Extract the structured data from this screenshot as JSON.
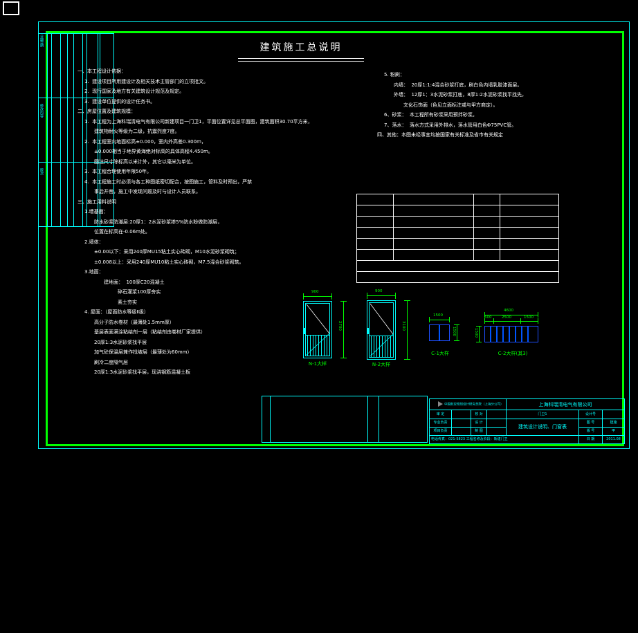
{
  "meta": {
    "app": "AutoCAD drawing viewport",
    "background": "#000000",
    "colors": {
      "border_outer": "#00ffff",
      "border_inner": "#00ff00",
      "text": "#ffffff",
      "dimension": "#00ff00",
      "window_blue": "#1f50ff",
      "door_cyan": "#00ffff"
    }
  },
  "sheet": {
    "title": "建筑施工总说明"
  },
  "left_stamp": {
    "columns": [
      "",
      "",
      "",
      "",
      ""
    ],
    "rows": [
      {
        "label": "日期"
      },
      {
        "label": "签名"
      },
      {
        "label": "修改内容"
      },
      {
        "label": "版次"
      }
    ]
  },
  "notes_left": [
    {
      "level": 0,
      "text": "一、本工程设计依据："
    },
    {
      "level": 1,
      "text": "1.  建设项目所用建设计及相关技术主管部门的立项批文。"
    },
    {
      "level": 1,
      "text": "2.  现行国家及地方有关建筑设计规范及规定。"
    },
    {
      "level": 1,
      "text": "3.  建设单位提供的设计任务书。"
    },
    {
      "level": 0,
      "text": "二、房屋位置及建筑规模："
    },
    {
      "level": 1,
      "text": "1.  本工程为上海科瑞清电气有限公司新建项目一门卫1，平面位置详见总平面图，建筑面积30.70平方米，"
    },
    {
      "level": 2,
      "text": "建筑物耐火等级为二级，抗震烈度7度。"
    },
    {
      "level": 1,
      "text": "2.  本工程室内地面标高±0.000，室内外高差0.300m，"
    },
    {
      "level": 2,
      "text": "±0.000相当于地界黄海绝对标高的具体高程4.450m。"
    },
    {
      "level": 2,
      "text": "图注尺寸除标高以米计外，其它以毫米为单位。"
    },
    {
      "level": 1,
      "text": "3.  本工程合理使用年限50年。"
    },
    {
      "level": 1,
      "text": "4.  本工程施工时必须与各工种图纸密切配合，按图施工，管料及时预出，严禁"
    },
    {
      "level": 2,
      "text": "事后开凿，施工中发现问题及时与设计人员联系。"
    },
    {
      "level": 0,
      "text": "三、施工用料说明"
    },
    {
      "level": 1,
      "text": "1.墙基面："
    },
    {
      "level": 2,
      "text": "防水砂浆防潮层:20厚1：2水泥砂浆掺5%防水粉做防潮层，"
    },
    {
      "level": 2,
      "text": "位置在标高在-0.06m处。"
    },
    {
      "level": 1,
      "text": "2.墙体："
    },
    {
      "level": 2,
      "text": "±0.00以下：采用240厚MU15粘土实心砖砌，M10水泥砂浆砌筑；"
    },
    {
      "level": 2,
      "text": "±0.008以上：采用240厚MU10粘土实心砖砌，M7.5混合砂浆砌筑。"
    },
    {
      "level": 1,
      "text": "3.地面："
    },
    {
      "level": 3,
      "text": "建地面：  100厚C20混凝土"
    },
    {
      "level": 4,
      "text": "碎石灌浆100厚夯实"
    },
    {
      "level": 4,
      "text": "素土夯实"
    },
    {
      "level": 1,
      "text": "4. 屋面：（屋面防水等级Ⅱ级）"
    },
    {
      "level": 2,
      "text": "高分子防水卷材（最薄处1.5mm厚）"
    },
    {
      "level": 2,
      "text": "基层表面满涂粘结剂一层（粘结剂由卷材厂家提供）"
    },
    {
      "level": 2,
      "text": "20厚1:3水泥砂浆找平层"
    },
    {
      "level": 2,
      "text": "加气砼保温层兼作找坡层（最薄处为60mm）"
    },
    {
      "level": 2,
      "text": "刷冷二度隔气层"
    },
    {
      "level": 2,
      "text": "20厚1:3水泥砂浆找平层，现浇钢筋混凝土板"
    }
  ],
  "notes_right": [
    {
      "level": 1,
      "text": "5. 粉刷："
    },
    {
      "level": 2,
      "text": "内墙：  20厚1:1:4混合砂浆打底，刷白色内墙乳胶漆面层。"
    },
    {
      "level": 2,
      "text": "外墙：  12厚1：3水泥砂浆打底，8厚1:2水泥砂浆找平找先，"
    },
    {
      "level": 3,
      "text": "文化石饰面（色见立面标注或与甲方商定）。"
    },
    {
      "level": 1,
      "text": "6、砂浆：  本工程所有砂浆采用预拌砂浆。"
    },
    {
      "level": 1,
      "text": "7、落水：  落水方式采用外排水，落水管用白色Φ75PVC管。"
    },
    {
      "level": 0,
      "text": "四、其他：本图未经事宜均按国家有关标准及省市有关规定"
    }
  ],
  "schedule_table": {
    "rows": 8,
    "cols": 4,
    "cells": [
      [
        "",
        "",
        "",
        ""
      ],
      [
        "",
        "",
        "",
        ""
      ],
      [
        "",
        "",
        "",
        ""
      ],
      [
        "",
        "",
        "",
        ""
      ],
      [
        "",
        "",
        "",
        ""
      ],
      [
        "",
        "",
        "",
        ""
      ],
      [
        "",
        "",
        "",
        ""
      ],
      [
        "",
        "",
        "",
        ""
      ]
    ]
  },
  "details": [
    {
      "id": "N-1",
      "label": "N-1大样",
      "type": "door",
      "width_mm": "900",
      "height_mm": "2700"
    },
    {
      "id": "N-2",
      "label": "N-2大样",
      "type": "door",
      "width_mm": "900",
      "height_mm": "3100"
    },
    {
      "id": "C-1",
      "label": "C-1大样",
      "type": "window",
      "width_mm": "1500",
      "height_mm": "1500",
      "sub_dims": []
    },
    {
      "id": "C-2",
      "label": "C-2大样(其3)",
      "type": "window",
      "width_mm": "4600",
      "height_mm": "1500",
      "sub_dims": [
        "600",
        "2500",
        "1500"
      ]
    }
  ],
  "titleblock": {
    "logo_text": "中国航空规划设计研究总院（上海分公司）",
    "company": "上海科瑞清电气有限公司",
    "project_label": "门卫1",
    "drawing_name": "建筑设计说明、门窗表",
    "rows": [
      {
        "k1": "审  定",
        "v1": "",
        "k2": "校  对",
        "v2": ""
      },
      {
        "k1": "专业负责",
        "v1": "",
        "k2": "设  计",
        "v2": ""
      },
      {
        "k1": "项目负责",
        "v1": "",
        "k2": "制  图",
        "v2": ""
      }
    ],
    "right_col": [
      {
        "k": "设计号",
        "v": ""
      },
      {
        "k": "图  号",
        "v": "建施"
      },
      {
        "k": "版  号",
        "v": "甲"
      },
      {
        "k": "日  期",
        "v": "2011.08"
      }
    ],
    "footer": "电话传真：021-5823 工程名称及阶段：新建门卫"
  }
}
